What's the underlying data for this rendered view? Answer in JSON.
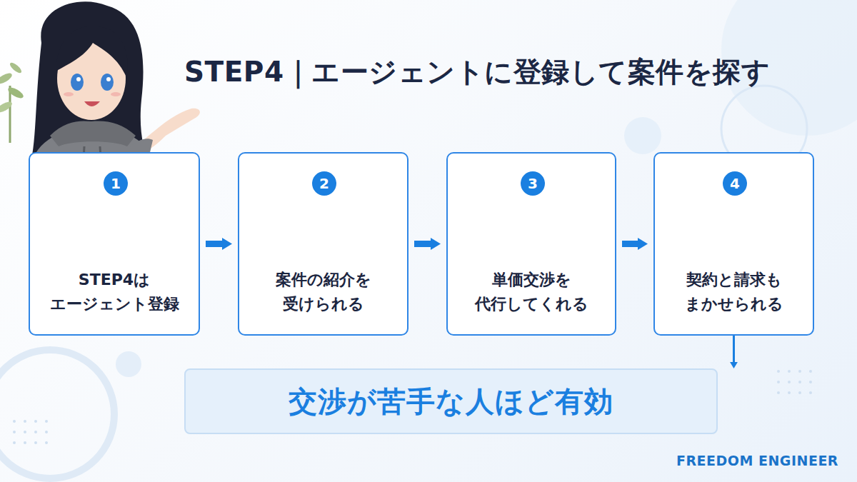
{
  "diagram": {
    "title": "STEP4｜エージェントに登録して案件を探す",
    "nodes": [
      {
        "text": [
          "STEP4は エージェント登録"
        ]
      },
      {
        "text": [
          "1"
        ],
        "in": 0
      },
      {
        "text": [
          "案件の紹介を 受けられる"
        ]
      },
      {
        "text": [
          "2"
        ],
        "in": 2
      },
      {
        "text": [
          "単価交渉を 代行してくれる"
        ]
      },
      {
        "text": [
          "3"
        ],
        "in": 4
      },
      {
        "text": [
          "契約と請求も まかせられる"
        ]
      },
      {
        "text": [
          "4"
        ],
        "in": 6
      },
      {
        "text": [
          "交渉が苦手な人ほど有効"
        ]
      }
    ],
    "edges": [
      {
        "from": 0,
        "to": 2,
        "arrow": "to"
      },
      {
        "from": 2,
        "to": 4,
        "arrow": "to"
      },
      {
        "from": 4,
        "to": 6,
        "arrow": "to"
      },
      {
        "from": 6,
        "to": 8,
        "arrow": "to"
      }
    ],
    "labels": [
      "FREEDOM ENGINEER"
    ]
  }
}
